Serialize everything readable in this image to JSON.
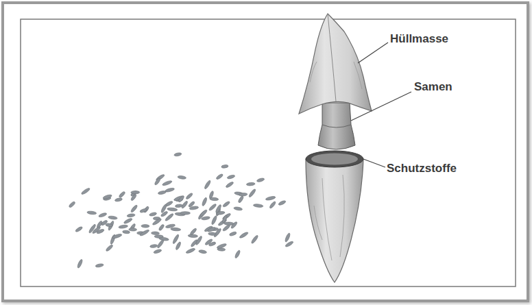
{
  "diagram": {
    "labels": [
      "Hüllmasse",
      "Samen",
      "Schutzstoffe"
    ]
  }
}
